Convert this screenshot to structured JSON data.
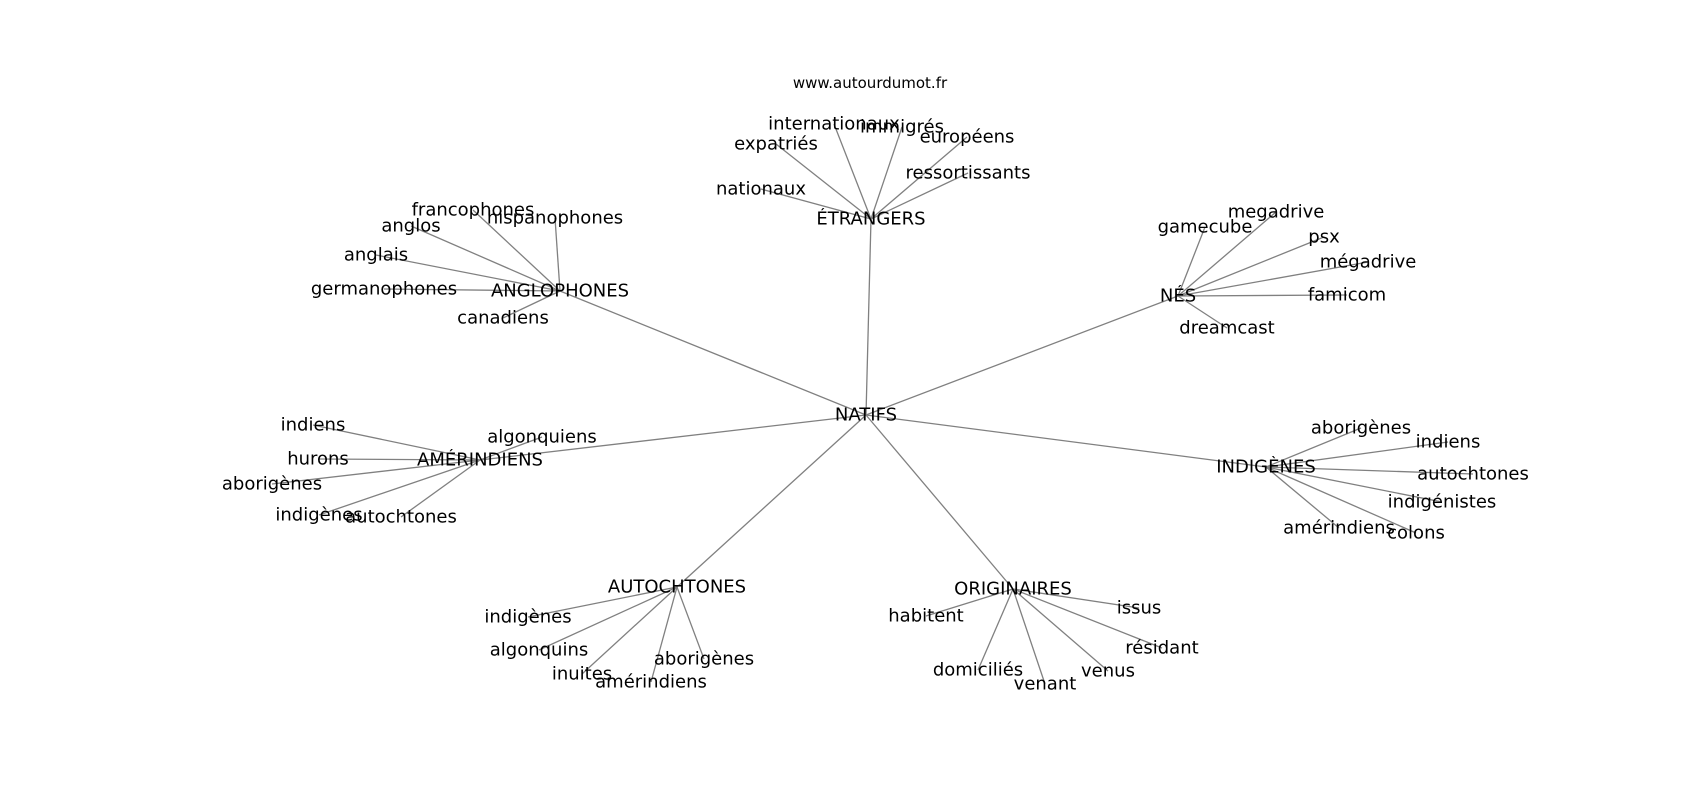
{
  "header": {
    "site": "www.autourdumot.fr"
  },
  "graph": {
    "root": "NATIFS",
    "groups": [
      {
        "label": "ÉTRANGERS",
        "leaves": [
          "internationaux",
          "immigrés",
          "européens",
          "expatriés",
          "ressortissants",
          "nationaux"
        ]
      },
      {
        "label": "ANGLOPHONES",
        "leaves": [
          "francophones",
          "hispanophones",
          "anglos",
          "anglais",
          "germanophones",
          "canadiens"
        ]
      },
      {
        "label": "NÉS",
        "leaves": [
          "megadrive",
          "gamecube",
          "psx",
          "mégadrive",
          "famicom",
          "dreamcast"
        ]
      },
      {
        "label": "AMÉRINDIENS",
        "leaves": [
          "indiens",
          "algonquiens",
          "hurons",
          "aborigènes",
          "indigènes",
          "autochtones"
        ]
      },
      {
        "label": "INDIGÈNES",
        "leaves": [
          "aborigènes",
          "indiens",
          "autochtones",
          "indigénistes",
          "amérindiens",
          "colons"
        ]
      },
      {
        "label": "AUTOCHTONES",
        "leaves": [
          "indigènes",
          "algonquins",
          "aborigènes",
          "inuites",
          "amérindiens"
        ]
      },
      {
        "label": "ORIGINAIRES",
        "leaves": [
          "habitent",
          "issus",
          "résidant",
          "domiciliés",
          "venus",
          "venant"
        ]
      }
    ]
  },
  "colors": {
    "edge": "#808080",
    "text": "#000000",
    "background": "#ffffff"
  }
}
